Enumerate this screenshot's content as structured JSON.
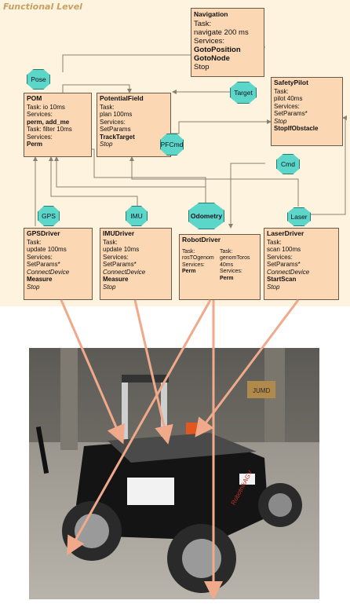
{
  "title": "Functional Level",
  "modules": {
    "navigation": {
      "name": "Navigation",
      "lines": [
        {
          "t": "Task:",
          "s": ""
        },
        {
          "t": "navigate 200 ms",
          "s": ""
        },
        {
          "t": "Services:",
          "s": ""
        },
        {
          "t": "GotoPosition",
          "s": "b"
        },
        {
          "t": "GotoNode",
          "s": "b"
        },
        {
          "t": "Stop",
          "s": ""
        }
      ]
    },
    "pom": {
      "name": "POM",
      "lines": [
        {
          "t": "Task: io 10ms",
          "s": ""
        },
        {
          "t": "Services:",
          "s": ""
        },
        {
          "t": "perm, add_me",
          "s": "b"
        },
        {
          "t": " ",
          "s": ""
        },
        {
          "t": "Task: filter 10ms",
          "s": ""
        },
        {
          "t": "Services:",
          "s": ""
        },
        {
          "t": "Perm",
          "s": "b"
        }
      ]
    },
    "potentialfield": {
      "name": "PotentialField",
      "lines": [
        {
          "t": "Task:",
          "s": ""
        },
        {
          "t": "plan 100ms",
          "s": ""
        },
        {
          "t": "Services:",
          "s": ""
        },
        {
          "t": "SetParams",
          "s": ""
        },
        {
          "t": "TrackTarget",
          "s": "b"
        },
        {
          "t": "Stop",
          "s": "i"
        }
      ]
    },
    "safetypilot": {
      "name": "SafetyPilot",
      "lines": [
        {
          "t": " ",
          "s": ""
        },
        {
          "t": "Task:",
          "s": ""
        },
        {
          "t": "pilot 40ms",
          "s": ""
        },
        {
          "t": "Services:",
          "s": ""
        },
        {
          "t": "SetParams*",
          "s": ""
        },
        {
          "t": "Stop",
          "s": "i"
        },
        {
          "t": "StopIfObstacle",
          "s": "b"
        }
      ]
    },
    "gpsdriver": {
      "name": "GPSDriver",
      "lines": [
        {
          "t": " ",
          "s": ""
        },
        {
          "t": "Task:",
          "s": ""
        },
        {
          "t": "update 100ms",
          "s": ""
        },
        {
          "t": "Services:",
          "s": ""
        },
        {
          "t": "SetParams*",
          "s": ""
        },
        {
          "t": "ConnectDevice",
          "s": "i"
        },
        {
          "t": "Measure",
          "s": "b"
        },
        {
          "t": "Stop",
          "s": "i"
        }
      ]
    },
    "imudriver": {
      "name": "IMUDriver",
      "lines": [
        {
          "t": " ",
          "s": ""
        },
        {
          "t": "Task:",
          "s": ""
        },
        {
          "t": "update 10ms",
          "s": ""
        },
        {
          "t": "Services:",
          "s": ""
        },
        {
          "t": "SetParams*",
          "s": ""
        },
        {
          "t": "ConnectDevice",
          "s": "i"
        },
        {
          "t": "Measure",
          "s": "b"
        },
        {
          "t": "Stop",
          "s": "i"
        }
      ]
    },
    "robotdriver": {
      "name": "RobotDriver",
      "col1": [
        {
          "t": "Task:",
          "s": ""
        },
        {
          "t": "rosTOgenom",
          "s": ""
        },
        {
          "t": " ",
          "s": ""
        },
        {
          "t": "Services:",
          "s": ""
        },
        {
          "t": "Perm",
          "s": "b"
        }
      ],
      "col2": [
        {
          "t": "Task:",
          "s": ""
        },
        {
          "t": "genomToros",
          "s": ""
        },
        {
          "t": "40ms",
          "s": ""
        },
        {
          "t": "Services:",
          "s": ""
        },
        {
          "t": "Perm",
          "s": "b"
        }
      ]
    },
    "laserdriver": {
      "name": "LaserDriver",
      "lines": [
        {
          "t": "Task:",
          "s": ""
        },
        {
          "t": "scan 100ms",
          "s": ""
        },
        {
          "t": "Services:",
          "s": ""
        },
        {
          "t": "SetParams*",
          "s": ""
        },
        {
          "t": "ConnectDevice",
          "s": "i"
        },
        {
          "t": "StartScan",
          "s": "b"
        },
        {
          "t": "Stop",
          "s": "i"
        }
      ]
    }
  },
  "ports": {
    "pose": "Pose",
    "target": "Target",
    "pfcmd": "PFCmd",
    "cmd": "Cmd",
    "gps": "GPS",
    "imu": "IMU",
    "odometry": "Odometry",
    "laser": "Laser"
  },
  "robot_logo_text": "RobotnikAGV",
  "sign_text": "JUMD",
  "colors": {
    "module_fill": "#fbd7b4",
    "port_fill": "#5cd6c8",
    "arrow": "#f0a98a",
    "panel_bg": "#fdf3df",
    "title": "#c8a062"
  }
}
